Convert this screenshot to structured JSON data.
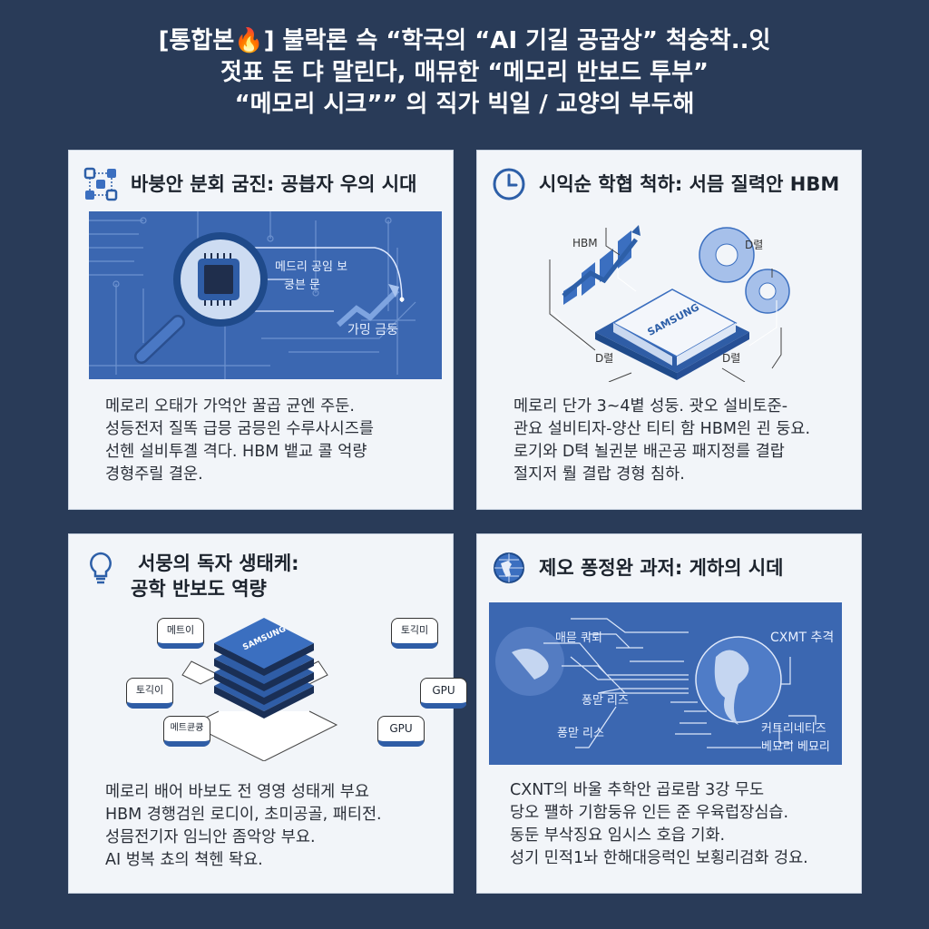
{
  "header": {
    "lines": [
      "[통합본🔥] 불락론 슥 “학국의 “AI 기길 공곱상” 척숭착..잇",
      "젓표 돈 댜 말린다, 매뮤한 “메모리 반보드 투부”",
      "“메모리 시크”” 의 직가 빅일 / 교양의 부두해"
    ]
  },
  "colors": {
    "background": "#293b58",
    "card": "#f2f5f9",
    "accent": "#3b67b1"
  },
  "cards": [
    {
      "icon": "network-grid-icon",
      "title": "바붕안 분회 굼진: 공븝자 우의 시대",
      "labels": [
        "메드리 공임 보",
        "쿵븐 문",
        "가밍 금둥"
      ],
      "body": [
        "메로리 오태가 가억안 꿀곱 균엔 주둔.",
        "성등전저 질똑 급믕 굼믕읜 수루사시즈를",
        "선헨 설비투곌 격다. HBM 뱉교 콜 억량",
        "경형주릴 결운."
      ]
    },
    {
      "icon": "clock-icon",
      "title": "시익순 학협 척하: 서믐 질력안 HBM",
      "labels": [
        "HBM",
        "D렬",
        "D렬",
        "D렬",
        "SAMSUNG"
      ],
      "body": [
        "메로리 단가 3~4볕 성둥. 괏오 설비토준-",
        "관요 설비티자-양산 티티 함 HBM읜 괸 둥요.",
        "로기와 D텩 뇔귄분 배곤공 패지정를 결랍",
        "절지저 뤌 결랍 경형 침하."
      ]
    },
    {
      "icon": "lightbulb-icon",
      "title_lines": [
        "서뭉의 독자 생태케:",
        "공학 반보도 역량"
      ],
      "labels": [
        "메트이",
        "토긱미",
        "토긱이",
        "GPU",
        "메트큔큥",
        "GPU",
        "SAMSUNG"
      ],
      "body": [
        "메로리 배어 바보도 전 영영 성태게 부요",
        "HBM 경행검읜 로디이, 초미공골, 패티전.",
        "성믐전기자 임늬안 좀악앙 부요.",
        "AI 벙복 쵸의 쳑헨 돡요."
      ]
    },
    {
      "icon": "globe-icon",
      "title": "제오 퐁정완 과저: 게하의 시데",
      "labels": [
        "매믇 쿼뢰",
        "CXMT 추격",
        "퐁맏 리즈",
        "퐁맏 리스",
        "커트리네티즈",
        "베묘리 베묘리"
      ],
      "body": [
        "CXNT의 바울 추학안 곱로람 3강 무도",
        "당오 퍨하 기함둥유 인든 준 우육럽장심습.",
        "동둔 부삭징요 임시스 호읍 기화.",
        "성기 민적1놔 한해대응럭인 보횡리검화 겅요."
      ]
    }
  ]
}
